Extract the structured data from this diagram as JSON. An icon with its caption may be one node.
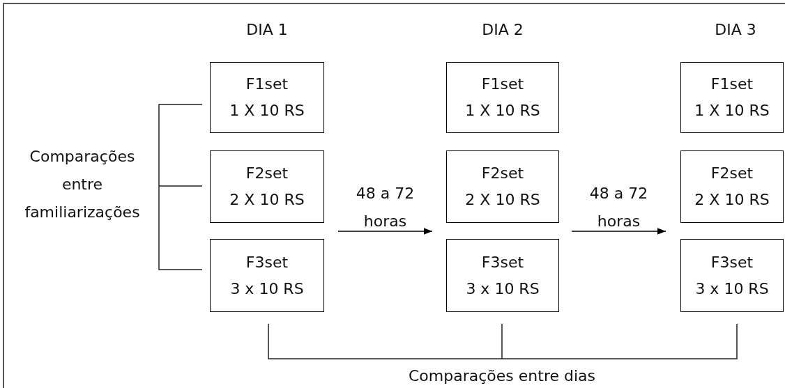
{
  "diagram": {
    "nodes": [
      {
        "text": [
          "F1set",
          "1 X 10 RS"
        ]
      },
      {
        "text": [
          "F1set",
          "1 X 10 RS"
        ]
      },
      {
        "text": [
          "F1set",
          "1 X 10 RS"
        ]
      },
      {
        "text": [
          "F2set",
          "2 X 10 RS"
        ]
      },
      {
        "text": [
          "F2set",
          "2 X 10 RS"
        ]
      },
      {
        "text": [
          "F2set",
          "2 X 10 RS"
        ]
      },
      {
        "text": [
          "F3set",
          "3 x 10 RS"
        ]
      },
      {
        "text": [
          "F3set",
          "3 x 10 RS"
        ]
      },
      {
        "text": [
          "F3set",
          "3 x 10 RS"
        ]
      }
    ],
    "edges": [],
    "labels": [
      "DIA 1",
      "DIA 2",
      "DIA 3",
      "Comparações entre familiarizações",
      "48 a 72 horas",
      "48 a 72 horas",
      "Comparações entre dias"
    ]
  }
}
